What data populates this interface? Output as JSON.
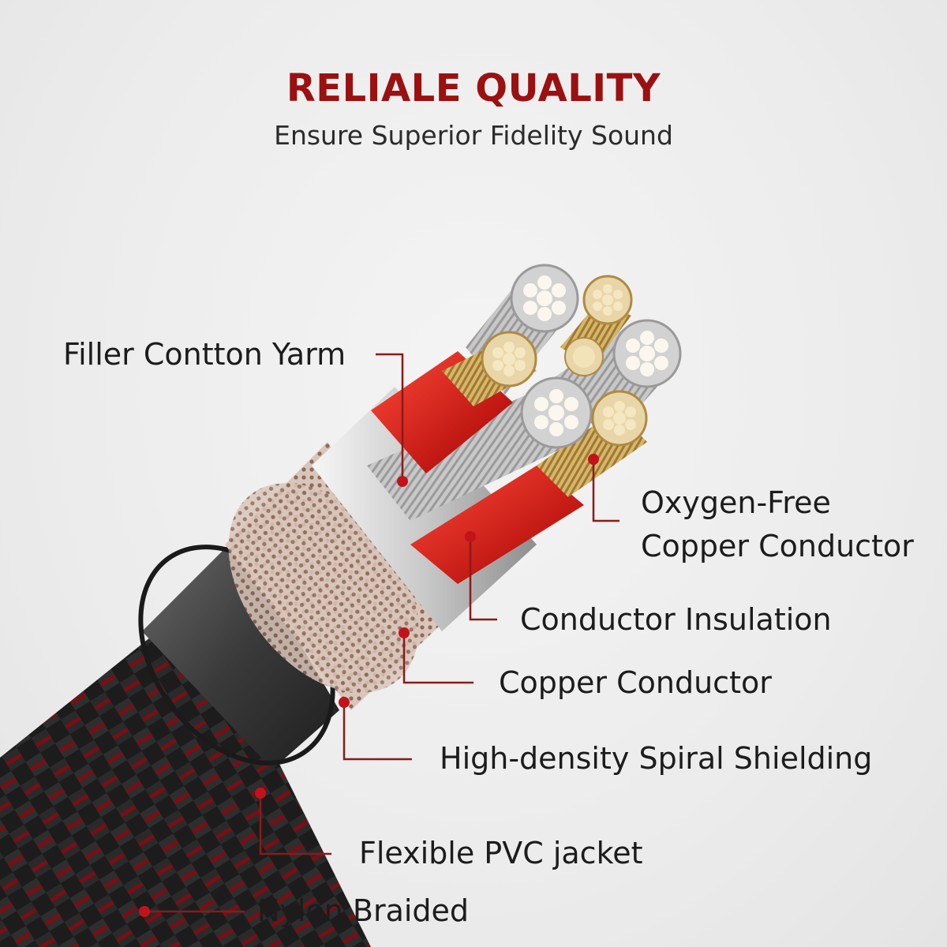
{
  "header": {
    "title": "RELIALE QUALITY",
    "subtitle": "Ensure Superior Fidelity Sound"
  },
  "labels": {
    "filler": "Filler Contton Yarm",
    "oxygen_line1": "Oxygen-Free",
    "oxygen_line2": "Copper Conductor",
    "insulation": "Conductor Insulation",
    "copper": "Copper Conductor",
    "shielding": "High-density Spiral Shielding",
    "pvc": "Flexible PVC jacket",
    "nylon": "Nylon Braided"
  },
  "colors": {
    "accent": "#9b1010",
    "callout_line": "#8a1a1a",
    "callout_dot": "#c4121a"
  }
}
